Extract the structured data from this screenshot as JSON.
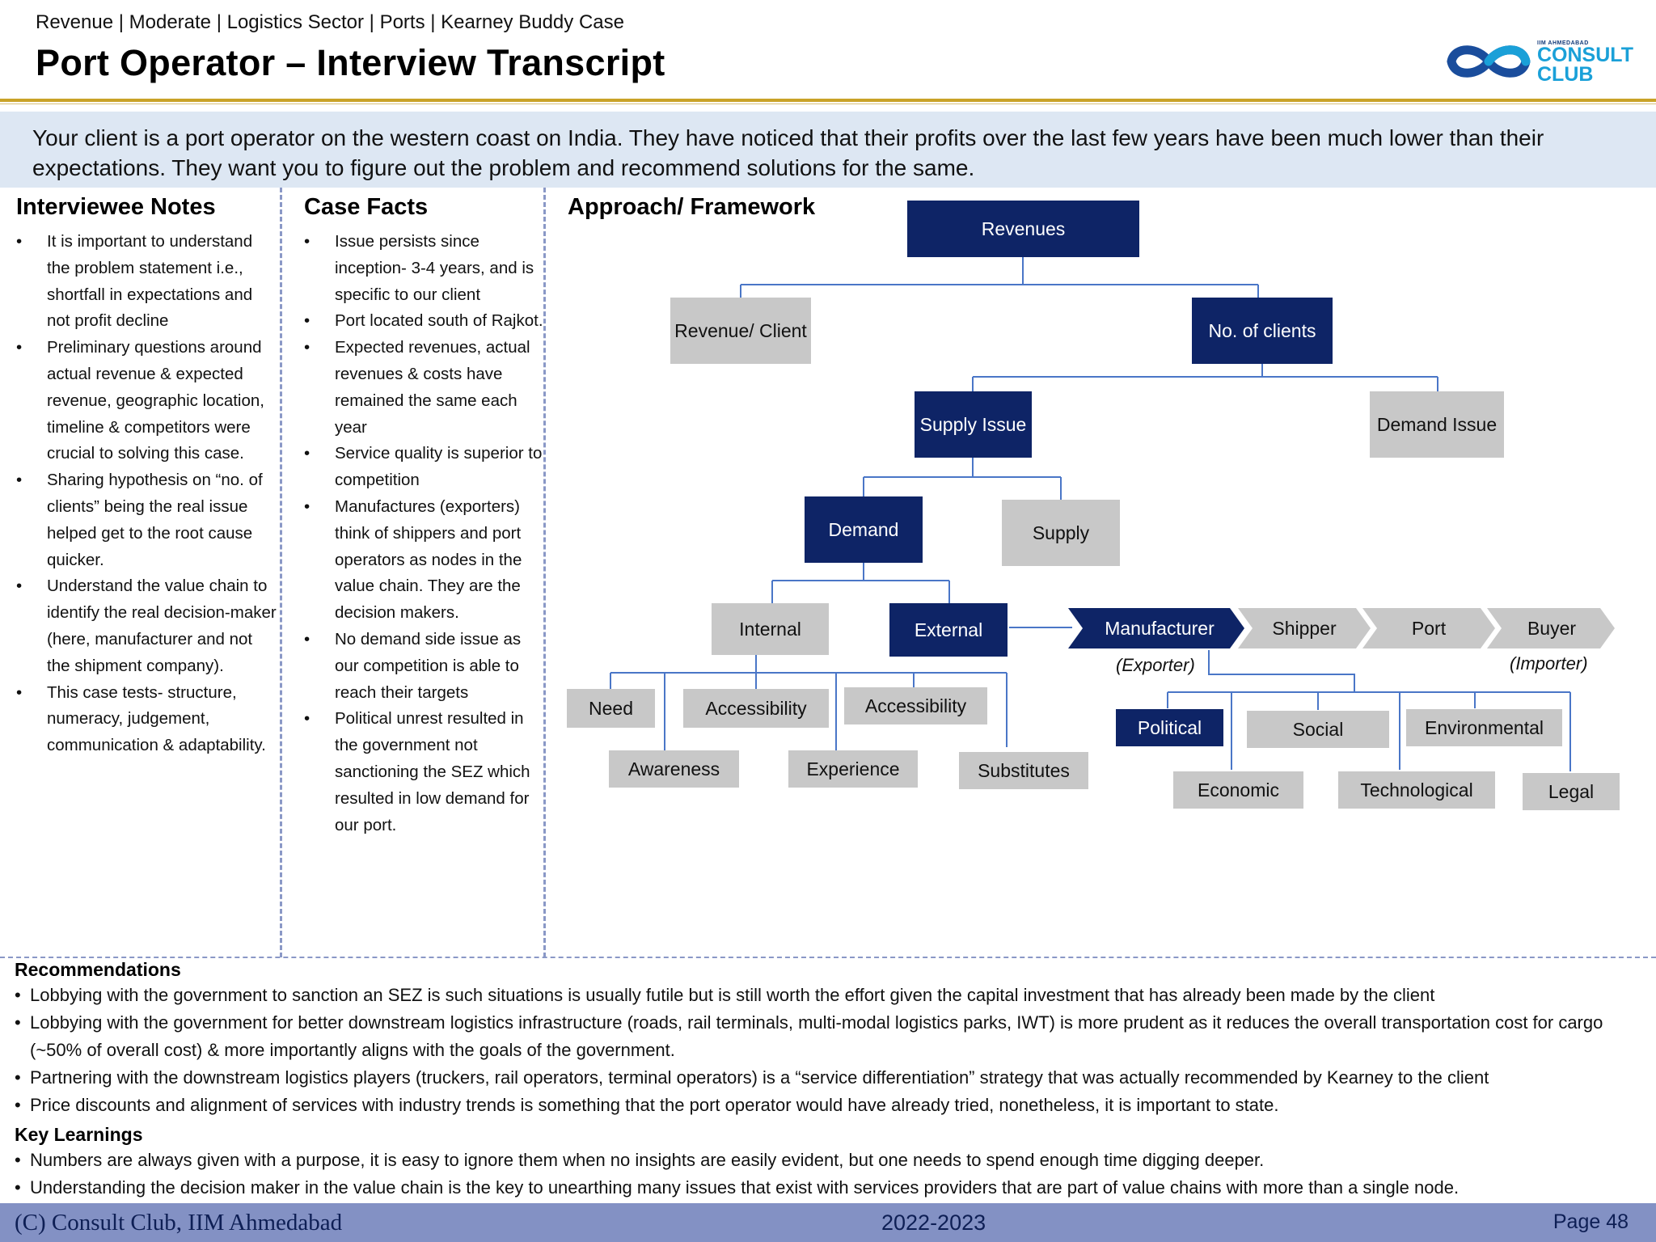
{
  "header": {
    "breadcrumb": "Revenue | Moderate | Logistics Sector | Ports | Kearney Buddy Case",
    "title": "Port Operator – Interview Transcript",
    "logo": {
      "small": "IIM AHMEDABAD",
      "line1": "CONSULT",
      "line2": "CLUB"
    }
  },
  "intro": "Your client is a port operator on the western coast on India. They have noticed that their profits over the last few years have been much lower than their expectations. They want you to figure out the problem and recommend solutions for the same.",
  "interviewee_notes": {
    "title": "Interviewee Notes",
    "items": [
      "It is important to understand the problem statement i.e., shortfall in expectations and not profit decline",
      "Preliminary questions around actual revenue & expected revenue, geographic location, timeline & competitors were crucial to solving this case.",
      "Sharing hypothesis on “no. of clients” being the real issue helped get to the root cause quicker.",
      "Understand the value chain to identify the real decision-maker (here, manufacturer and not the shipment company).",
      "This case tests- structure, numeracy, judgement, communication & adaptability."
    ]
  },
  "case_facts": {
    "title": "Case Facts",
    "items": [
      "Issue persists since inception- 3-4 years, and is specific to our client",
      "Port located south of Rajkot.",
      "Expected revenues, actual revenues & costs have remained the same each year",
      "Service quality is superior to competition",
      "Manufactures (exporters) think of shippers and port operators as nodes in the value chain. They are the decision makers.",
      "No demand side issue as our competition is able to reach their targets",
      "Political unrest resulted in the government not sanctioning the SEZ which resulted in low demand for our port."
    ]
  },
  "framework": {
    "title": "Approach/ Framework",
    "nodes": {
      "revenues": "Revenues",
      "revenue_client": "Revenue/ Client",
      "no_clients": "No. of clients",
      "supply_issue": "Supply Issue",
      "demand_issue": "Demand Issue",
      "demand": "Demand",
      "supply": "Supply",
      "internal": "Internal",
      "external": "External",
      "need": "Need",
      "accessibility_1": "Accessibility",
      "accessibility_2": "Accessibility",
      "awareness": "Awareness",
      "experience": "Experience",
      "substitutes": "Substitutes",
      "political": "Political",
      "social": "Social",
      "environmental": "Environmental",
      "economic": "Economic",
      "technological": "Technological",
      "legal": "Legal"
    },
    "value_chain": [
      "Manufacturer",
      "Shipper",
      "Port",
      "Buyer"
    ],
    "value_chain_notes": {
      "manufacturer": "(Exporter)",
      "buyer": "(Importer)"
    },
    "colors": {
      "dark": "#0e2466",
      "grey": "#c8c8c8",
      "line": "#4a76c7"
    }
  },
  "recommendations": {
    "title": "Recommendations",
    "items": [
      "Lobbying with the government to sanction an SEZ is such situations is usually futile but is still worth the effort given the capital investment that has already been made by the client",
      "Lobbying with the government for better downstream logistics infrastructure (roads, rail terminals, multi-modal logistics parks, IWT) is more prudent as it reduces the overall transportation cost for cargo (~50% of overall cost) & more importantly aligns with the goals of the government.",
      "Partnering with the downstream logistics players (truckers, rail operators, terminal operators) is a “service differentiation” strategy that was actually recommended by Kearney to the client",
      "Price discounts and alignment of services with industry trends is something that the port operator would have already tried, nonetheless, it is important to state."
    ]
  },
  "key_learnings": {
    "title": "Key Learnings",
    "items": [
      "Numbers are always given with a purpose, it is easy to ignore them when no insights are easily evident, but one needs to spend enough time digging deeper.",
      "Understanding the decision maker in the value chain is the key to unearthing many issues that exist with services providers that are part of value chains with more than a single node."
    ]
  },
  "footer": {
    "copyright": "(C) Consult Club, IIM Ahmedabad",
    "year": "2022-2023",
    "page": "Page 48"
  }
}
